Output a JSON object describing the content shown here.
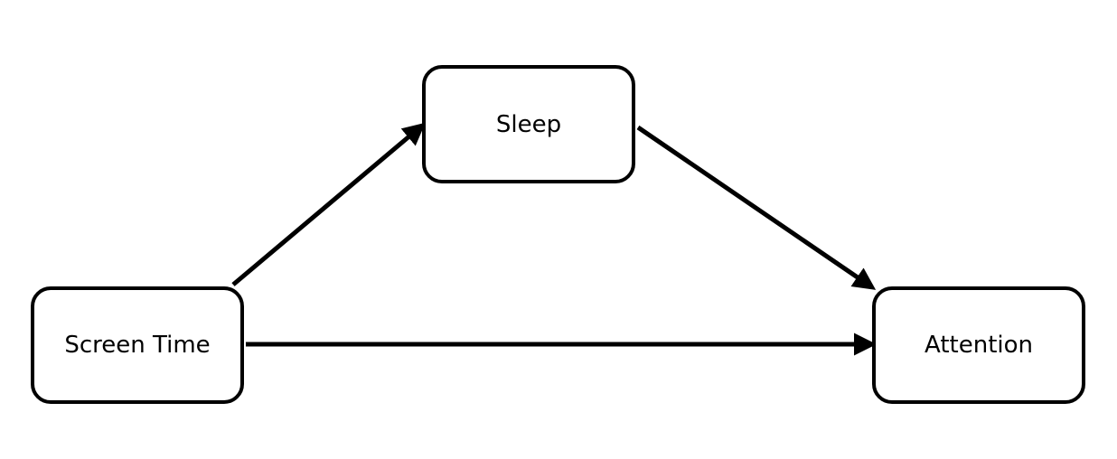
{
  "diagram": {
    "nodes": {
      "sleep": {
        "label": "Sleep"
      },
      "screen_time": {
        "label": "Screen Time"
      },
      "attention": {
        "label": "Attention"
      }
    },
    "edges": [
      {
        "from": "Screen Time",
        "to": "Sleep"
      },
      {
        "from": "Sleep",
        "to": "Attention"
      },
      {
        "from": "Screen Time",
        "to": "Attention"
      }
    ],
    "colors": {
      "stroke": "#000000",
      "background": "#ffffff"
    }
  }
}
